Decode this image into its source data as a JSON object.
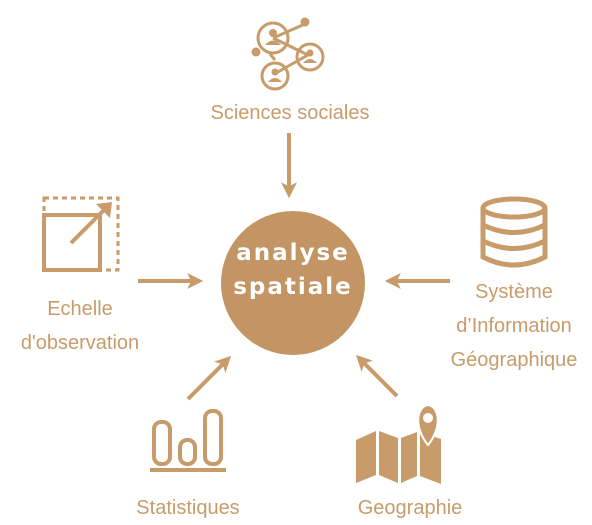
{
  "center": {
    "line1": "analyse",
    "line2": "spatiale"
  },
  "nodes": {
    "sciences_sociales": {
      "label": "Sciences sociales",
      "icon": "social-network-icon"
    },
    "echelle": {
      "line1": "Echelle",
      "line2": "d'observation",
      "icon": "scale-resize-icon"
    },
    "sig": {
      "line1": "Système",
      "line2": "d’Information",
      "line3": "Géographique",
      "icon": "database-icon"
    },
    "statistiques": {
      "label": "Statistiques",
      "icon": "bar-chart-icon"
    },
    "geographie": {
      "label": "Geographie",
      "icon": "map-pin-icon"
    }
  },
  "colors": {
    "accent": "#c89b6a",
    "center_fill": "#c39464",
    "text_on_accent": "#ffffff"
  }
}
